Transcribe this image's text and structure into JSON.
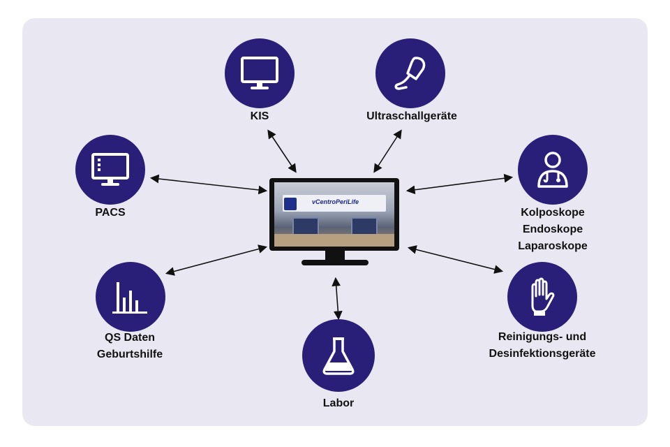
{
  "diagram": {
    "center": {
      "screen_brand": "vCentroPeriLife"
    },
    "nodes": [
      {
        "id": "kis",
        "label": "KIS",
        "icon": "monitor-icon"
      },
      {
        "id": "ultraschall",
        "label": "Ultraschallgeräte",
        "icon": "ultrasound-probe-icon"
      },
      {
        "id": "pacs",
        "label": "PACS",
        "icon": "pacs-monitor-icon"
      },
      {
        "id": "kolposkope",
        "label_lines": [
          "Kolposkope",
          "Endoskope",
          "Laparoskope"
        ],
        "icon": "doctor-icon"
      },
      {
        "id": "qs",
        "label_lines": [
          "QS Daten",
          "Geburtshilfe"
        ],
        "icon": "bar-chart-icon"
      },
      {
        "id": "reinigung",
        "label_lines": [
          "Reinigungs- und",
          "Desinfektionsgeräte"
        ],
        "icon": "glove-icon"
      },
      {
        "id": "labor",
        "label": "Labor",
        "icon": "flask-icon"
      }
    ],
    "colors": {
      "circle": "#2a1f78",
      "panel": "#e9e8f2",
      "arrow": "#111111"
    }
  }
}
